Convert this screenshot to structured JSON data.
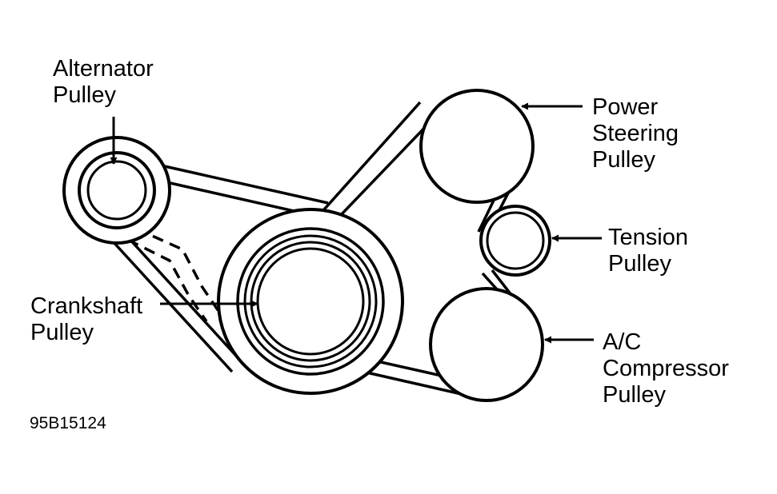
{
  "diagram": {
    "labels": {
      "alternator": [
        "Alternator",
        "Pulley"
      ],
      "power_steering": [
        "Power",
        "Steering",
        "Pulley"
      ],
      "tension": [
        "Tension",
        "Pulley"
      ],
      "crankshaft": [
        "Crankshaft",
        "Pulley"
      ],
      "ac_compressor": [
        "A/C",
        "Compressor",
        "Pulley"
      ]
    },
    "figure_number": "95B15124"
  },
  "colors": {
    "ink": "#000000",
    "background": "#ffffff"
  }
}
